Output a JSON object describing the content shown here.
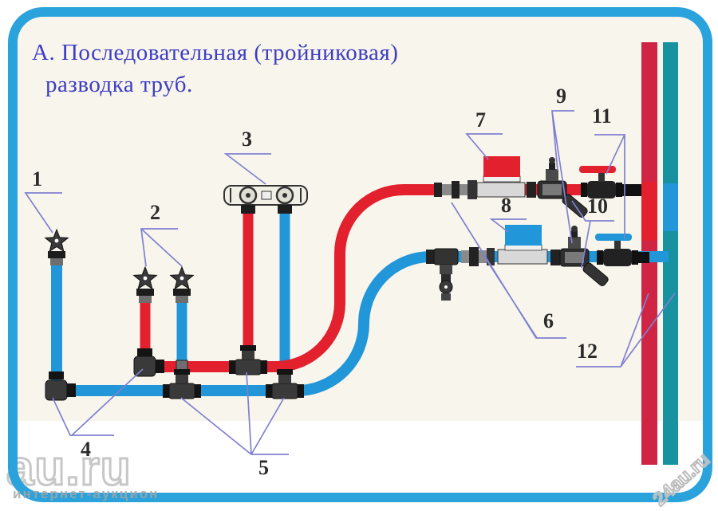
{
  "title": {
    "line1": "А. Последовательная (тройниковая)",
    "line2": "разводка труб."
  },
  "callouts": [
    "1",
    "2",
    "3",
    "4",
    "5",
    "6",
    "7",
    "8",
    "9",
    "10",
    "11",
    "12"
  ],
  "watermarks": {
    "bottom_left_main": "au.ru",
    "bottom_left_sub": "интернет-аукцион",
    "bottom_right": "24au.ru"
  },
  "colors": {
    "hot": "#e3202e",
    "cold": "#2196d8",
    "hotRiser": "#cf2444",
    "coldRiser": "#17929e",
    "frame": "#2aa2dc",
    "callout": "#8080d0",
    "title": "#3d3dc2"
  }
}
